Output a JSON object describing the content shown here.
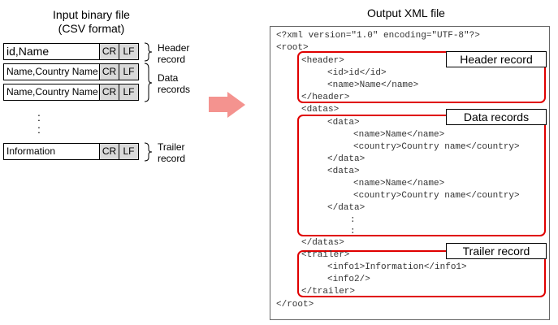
{
  "input": {
    "title_line1": "Input binary file",
    "title_line2": "(CSV format)",
    "rows": [
      {
        "text": "id,Name",
        "cr": "CR",
        "lf": "LF"
      },
      {
        "text": "Name,Country Name",
        "cr": "CR",
        "lf": "LF"
      },
      {
        "text": "Name,Country Name",
        "cr": "CR",
        "lf": "LF"
      },
      {
        "text": "Information",
        "cr": "CR",
        "lf": "LF"
      }
    ],
    "dots": ":",
    "labels": {
      "header_1": "Header",
      "header_2": "record",
      "data_1": "Data",
      "data_2": "records",
      "trailer_1": "Trailer",
      "trailer_2": "record"
    }
  },
  "output": {
    "title": "Output XML file",
    "lines": [
      "<?xml version=\"1.0\" encoding=\"UTF-8\"?>",
      "<root>",
      "<header>",
      "<id>id</id>",
      "<name>Name</name>",
      "</header>",
      "<datas>",
      "<data>",
      "<name>Name</name>",
      "<country>Country name</country>",
      "</data>",
      "<data>",
      "<name>Name</name>",
      "<country>Country name</country>",
      "</data>",
      ":",
      ":",
      "</datas>",
      "<trailer>",
      "<info1>Information</info1>",
      "<info2/>",
      "</trailer>",
      "</root>"
    ],
    "section_labels": {
      "header": "Header record",
      "data": "Data records",
      "trailer": "Trailer record"
    }
  },
  "colors": {
    "arrow": "#f4938f",
    "highlight": "#e00000",
    "control_cell": "#d9d9d9"
  }
}
